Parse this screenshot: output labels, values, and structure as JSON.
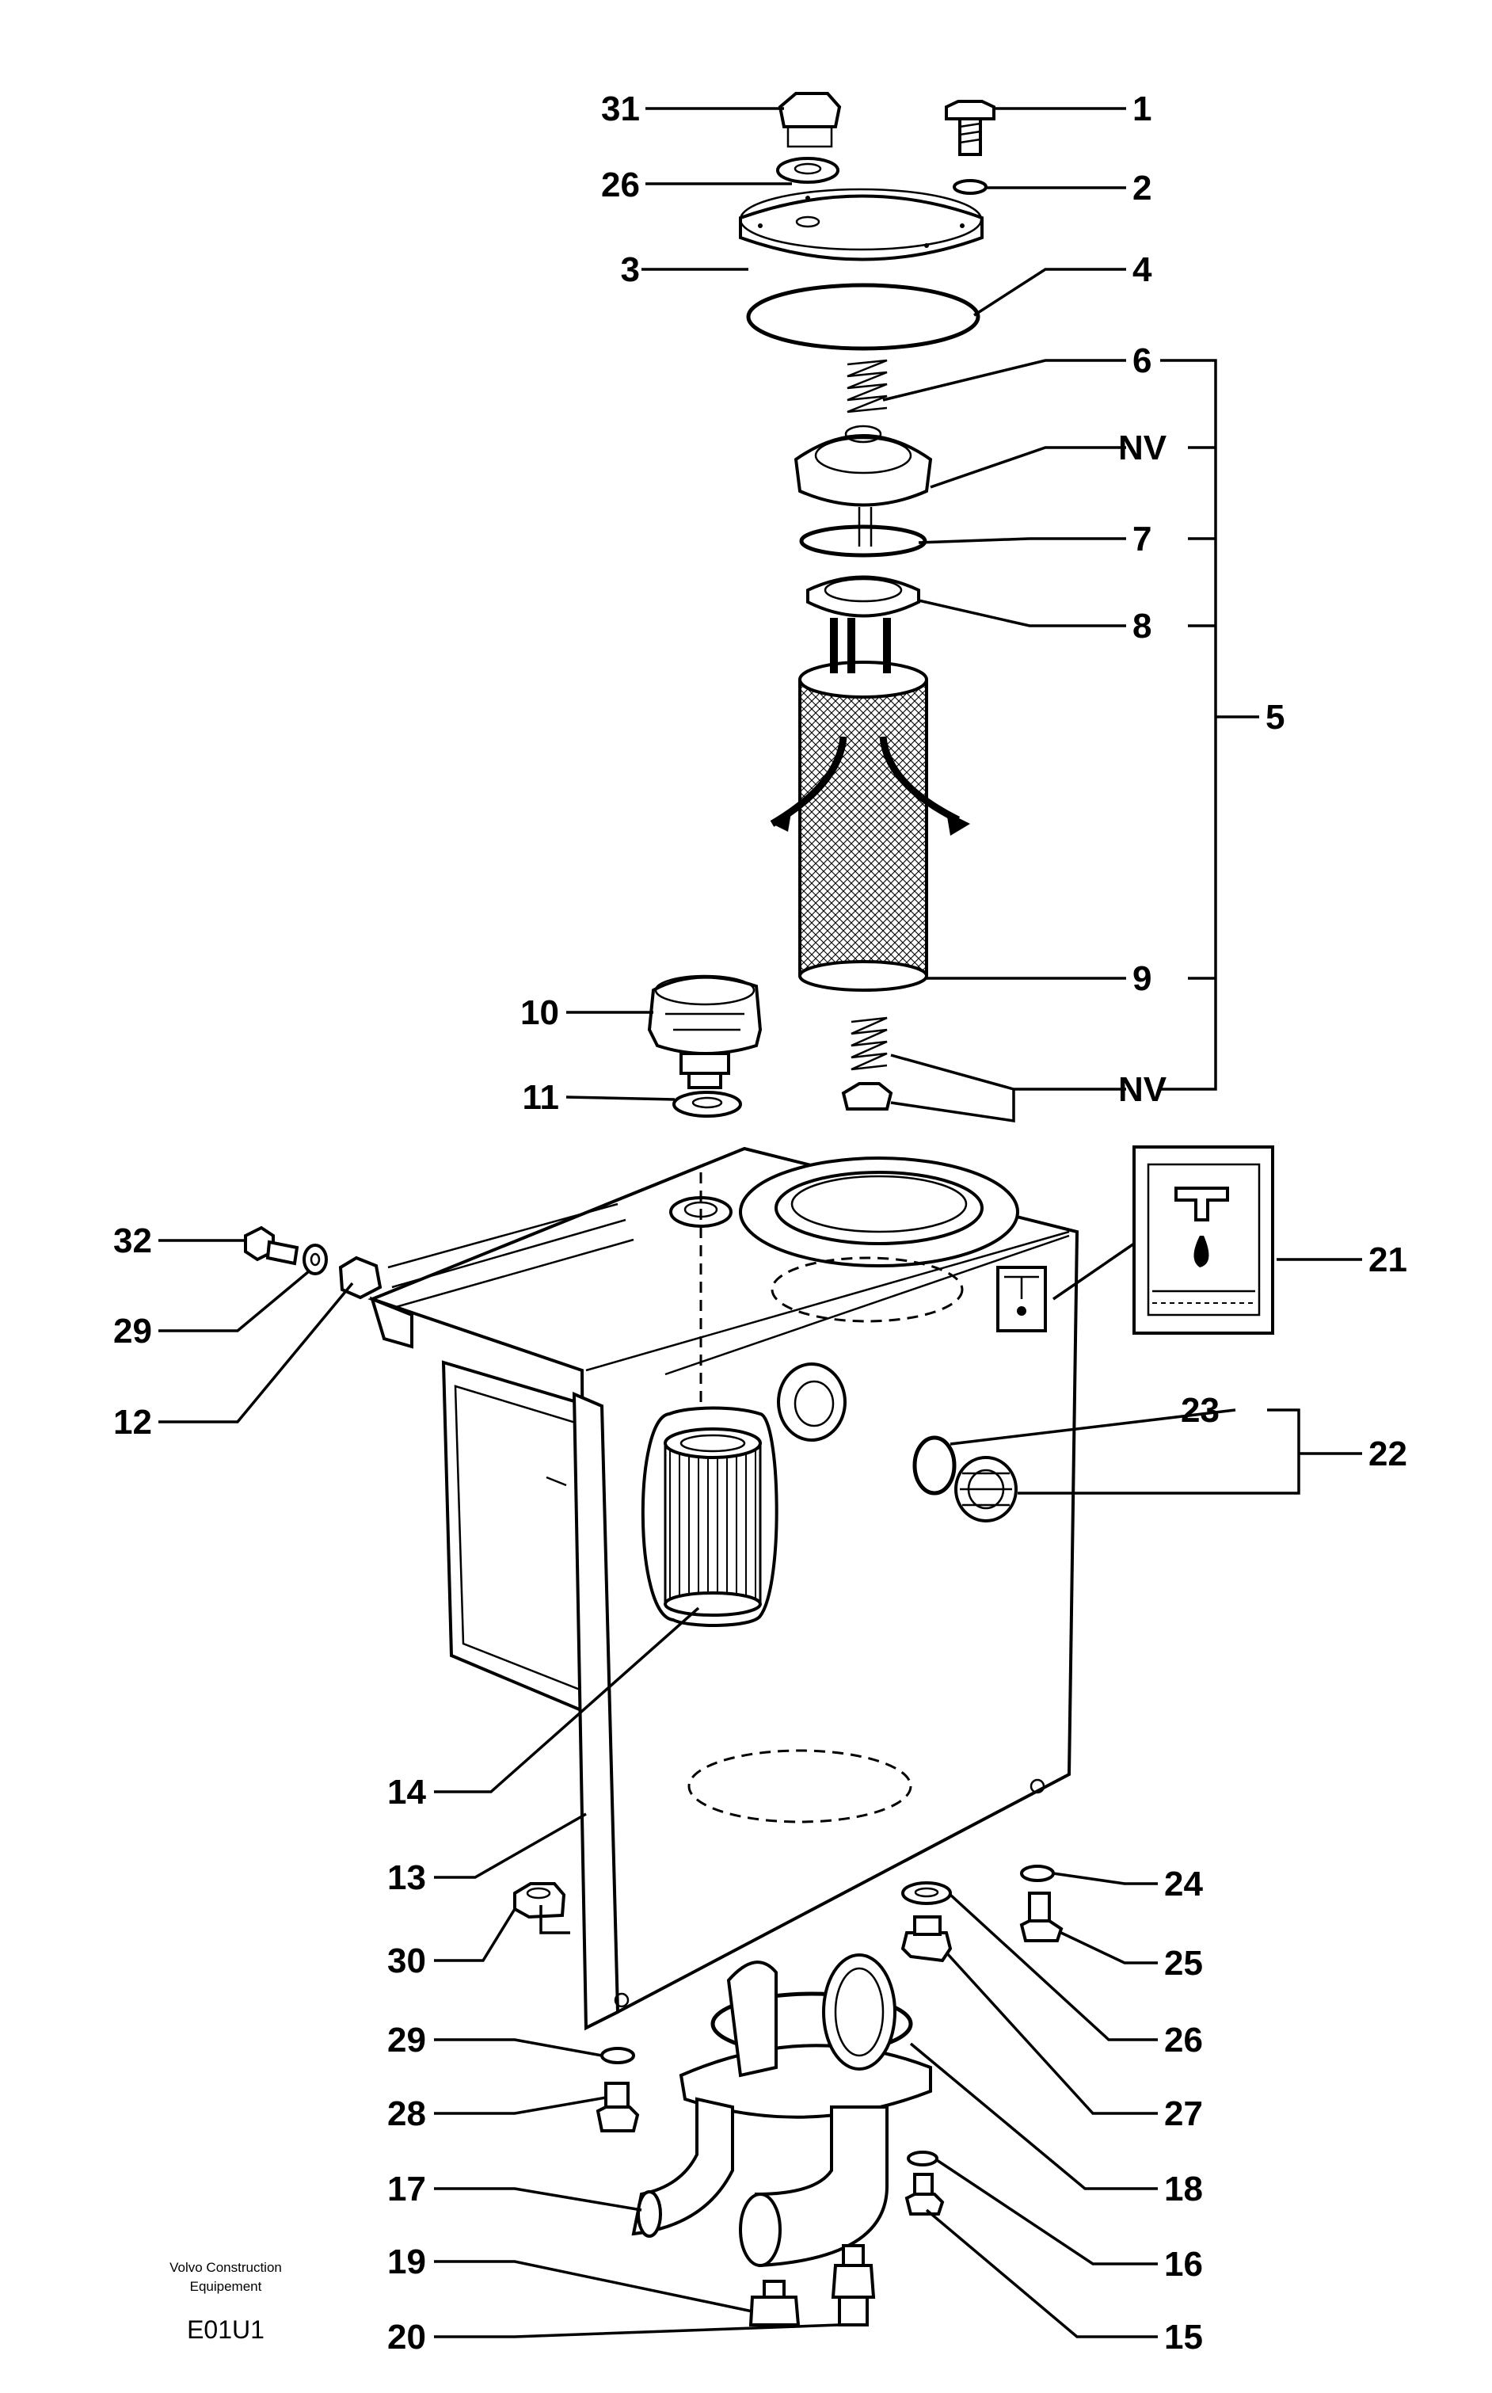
{
  "labels": {
    "l1": "1",
    "l2": "2",
    "l3": "3",
    "l4": "4",
    "l5": "5",
    "l6": "6",
    "lnv1": "NV",
    "l7": "7",
    "l8": "8",
    "l9": "9",
    "l10": "10",
    "l11": "11",
    "lnv2": "NV",
    "l12": "12",
    "l13": "13",
    "l14": "14",
    "l15": "15",
    "l16": "16",
    "l17": "17",
    "l18": "18",
    "l19": "19",
    "l20": "20",
    "l21": "21",
    "l22": "22",
    "l23": "23",
    "l24": "24",
    "l25": "25",
    "l26a": "26",
    "l26b": "26",
    "l27": "27",
    "l28": "28",
    "l29a": "29",
    "l29b": "29",
    "l30": "30",
    "l31": "31",
    "l32": "32"
  },
  "footer": {
    "credit_line1": "Volvo Construction",
    "credit_line2": "Equipement",
    "code": "E01U1"
  }
}
